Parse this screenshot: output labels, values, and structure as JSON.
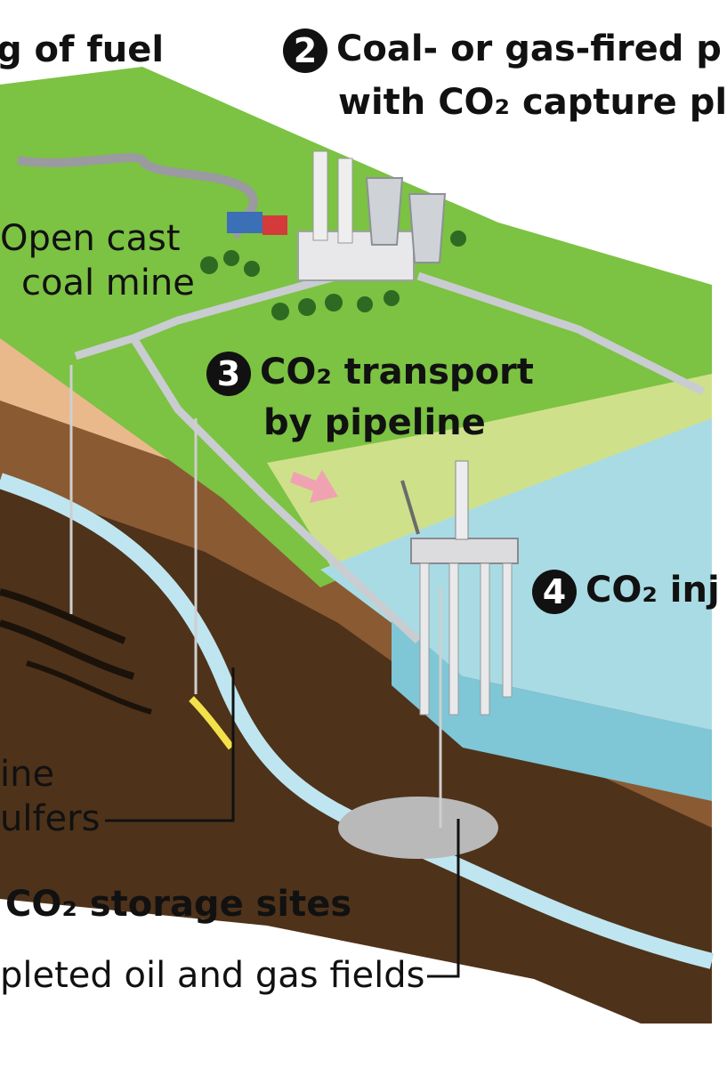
{
  "labels": {
    "fuel_title": "g of fuel",
    "plant": {
      "number": "2",
      "line1": "Coal- or gas-fired p",
      "line2": "with CO₂ capture pl"
    },
    "mine": {
      "line1": "Open cast",
      "line2": "coal mine"
    },
    "transport": {
      "number": "3",
      "line1": "CO₂ transport",
      "line2": "by pipeline"
    },
    "injection": {
      "number": "4",
      "text": "CO₂ inj"
    },
    "aquifers": {
      "line1": "ine",
      "line2": "ulfers"
    },
    "storage_title": "CO₂ storage sites",
    "depleted": "pleted oil and gas fields"
  },
  "colors": {
    "land_green": "#7cc243",
    "sea": "#a9dbe4",
    "sea_side": "#7fc6d6",
    "sand": "#f2cfa9",
    "brown_mid": "#a87749",
    "brown_dark": "#5a3b20",
    "aquifer": "#bfe6f0",
    "pipeline": "#c9ccd0"
  }
}
